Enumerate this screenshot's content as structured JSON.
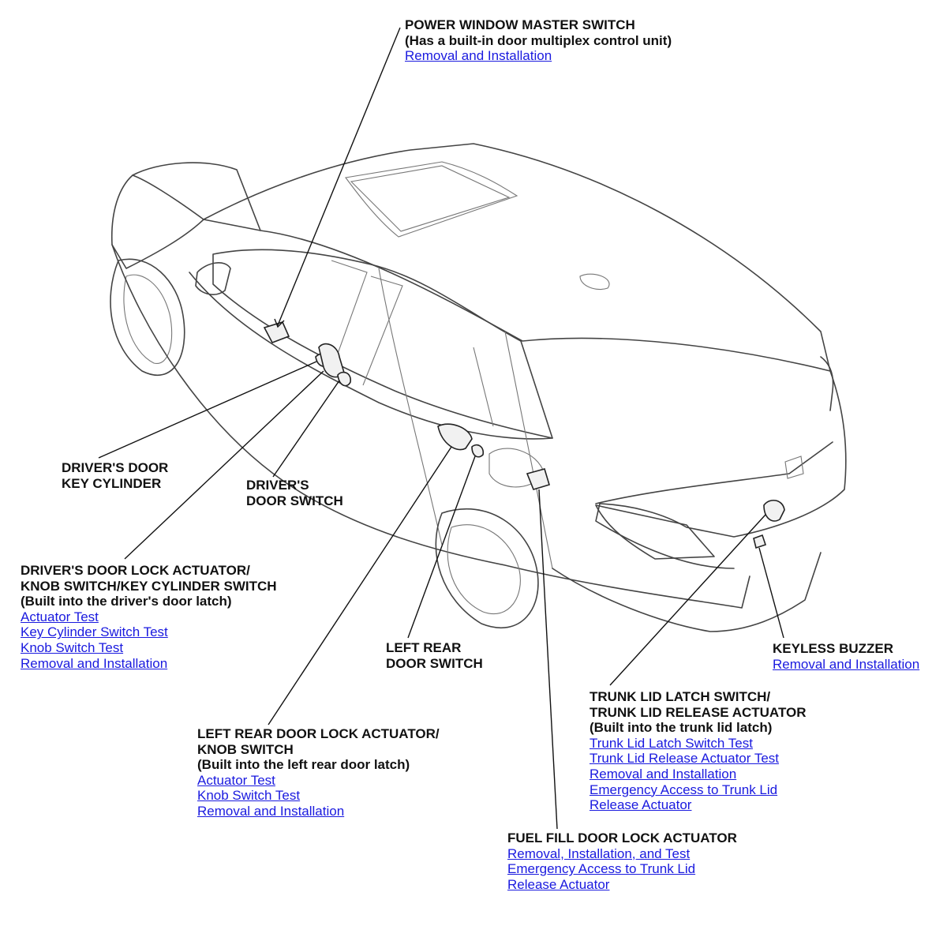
{
  "colors": {
    "link": "#1a1adf",
    "text": "#111111",
    "line": "#444444"
  },
  "callouts": {
    "power_window": {
      "title_lines": [
        "POWER WINDOW MASTER SWITCH"
      ],
      "sub_lines": [
        "(Has a built-in door multiplex control unit)"
      ],
      "links": [
        "Removal and Installation"
      ]
    },
    "key_cylinder": {
      "title_lines": [
        "DRIVER'S DOOR",
        "KEY CYLINDER"
      ],
      "sub_lines": [],
      "links": []
    },
    "door_switch": {
      "title_lines": [
        "DRIVER'S",
        "DOOR SWITCH"
      ],
      "sub_lines": [],
      "links": []
    },
    "lock_actuator": {
      "title_lines": [
        "DRIVER'S DOOR LOCK ACTUATOR/",
        "KNOB SWITCH/KEY CYLINDER SWITCH"
      ],
      "sub_lines": [
        "(Built into the driver's door latch)"
      ],
      "links": [
        "Actuator Test",
        "Key Cylinder Switch Test",
        "Knob Switch Test",
        "Removal and Installation"
      ]
    },
    "left_rear_switch": {
      "title_lines": [
        "LEFT REAR",
        "DOOR SWITCH"
      ],
      "sub_lines": [],
      "links": []
    },
    "left_rear_actuator": {
      "title_lines": [
        "LEFT REAR DOOR LOCK ACTUATOR/",
        "KNOB SWITCH"
      ],
      "sub_lines": [
        "(Built into the left rear door latch)"
      ],
      "links": [
        "Actuator Test",
        "Knob Switch Test",
        "Removal and Installation"
      ]
    },
    "keyless_buzzer": {
      "title_lines": [
        "KEYLESS BUZZER"
      ],
      "sub_lines": [],
      "links": [
        "Removal and Installation"
      ]
    },
    "trunk_lid": {
      "title_lines": [
        "TRUNK LID LATCH SWITCH/",
        "TRUNK LID RELEASE ACTUATOR"
      ],
      "sub_lines": [
        "(Built into the trunk lid latch)"
      ],
      "links": [
        "Trunk Lid Latch Switch Test",
        "Trunk Lid Release Actuator Test",
        "Removal and Installation",
        "Emergency Access to Trunk Lid",
        "Release Actuator"
      ]
    },
    "fuel_fill": {
      "title_lines": [
        "FUEL FILL DOOR LOCK ACTUATOR"
      ],
      "sub_lines": [],
      "links": [
        "Removal, Installation, and Test",
        "Emergency Access to Trunk Lid",
        "Release Actuator"
      ]
    }
  }
}
